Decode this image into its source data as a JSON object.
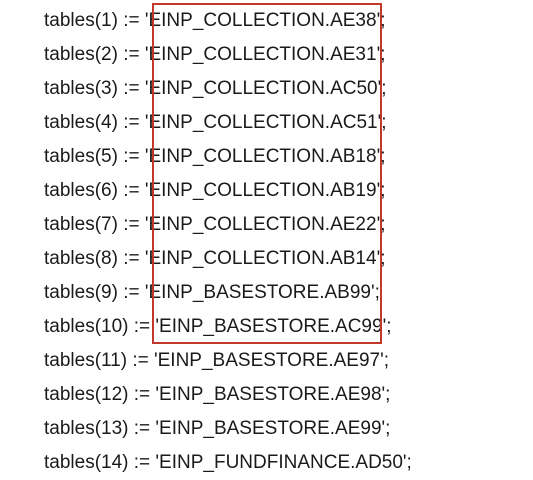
{
  "code_lines": [
    "tables(1) := 'EINP_COLLECTION.AE38';",
    "tables(2) := 'EINP_COLLECTION.AE31';",
    "tables(3) := 'EINP_COLLECTION.AC50';",
    "tables(4) := 'EINP_COLLECTION.AC51';",
    "tables(5) := 'EINP_COLLECTION.AB18';",
    "tables(6) := 'EINP_COLLECTION.AB19';",
    "tables(7) := 'EINP_COLLECTION.AE22';",
    "tables(8) := 'EINP_COLLECTION.AB14';",
    "tables(9) := 'EINP_BASESTORE.AB99';",
    "tables(10) := 'EINP_BASESTORE.AC99';",
    "tables(11) := 'EINP_BASESTORE.AE97';",
    "tables(12) := 'EINP_BASESTORE.AE98';",
    "tables(13) := 'EINP_BASESTORE.AE99';",
    "tables(14) := 'EINP_FUNDFINANCE.AD50';"
  ],
  "colors": {
    "text": "#1a1a1a",
    "highlight_border": "#c0392b",
    "background": "#ffffff"
  }
}
